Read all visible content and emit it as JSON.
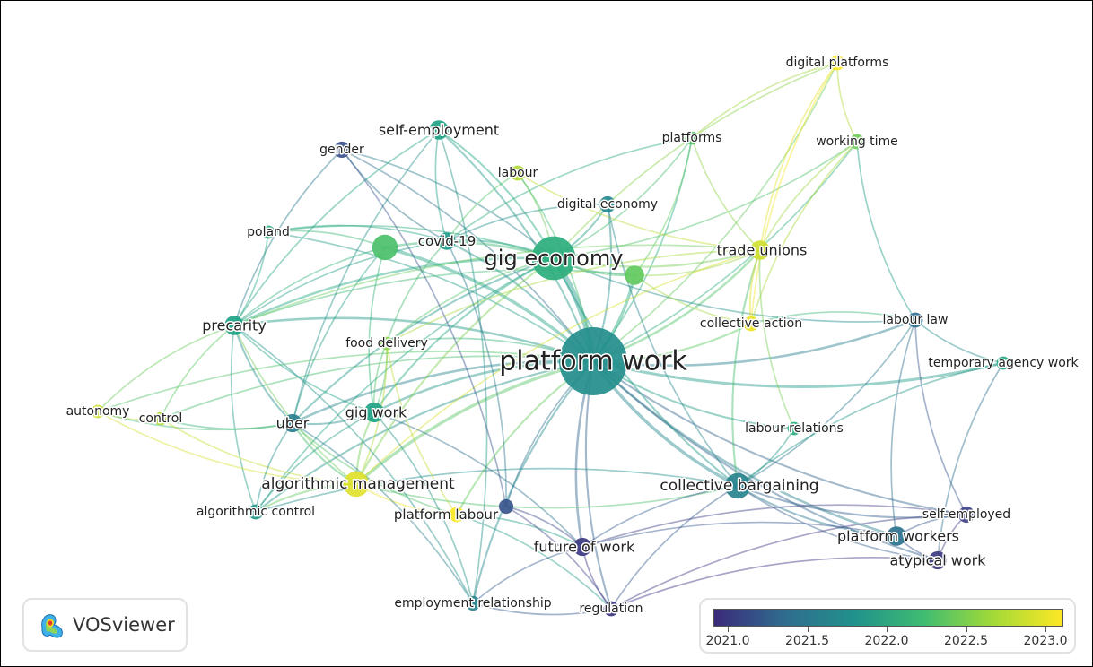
{
  "brand": {
    "name": "VOSviewer",
    "logo_icon": "vosviewer-density-logo-icon"
  },
  "colors": {
    "scale": [
      "#3b2a7a",
      "#3e4a8c",
      "#31698e",
      "#248a8d",
      "#21a784",
      "#5ec962",
      "#a7d83d",
      "#fde725"
    ],
    "legend_stops": [
      "#3b2a7a",
      "#2f6c8e",
      "#21918c",
      "#3fbc73",
      "#a2da37",
      "#fde725"
    ]
  },
  "legend": {
    "type": "overlay-color-scale",
    "min": 2021.0,
    "max": 2023.0,
    "ticks": [
      "2021.0",
      "2021.5",
      "2022.0",
      "2022.5",
      "2023.0"
    ]
  },
  "network": {
    "type": "keyword-co-occurrence-overlay-map",
    "nodes": [
      {
        "id": "platform-work",
        "label": "platform work",
        "weight": 10,
        "year": 2021.9
      },
      {
        "id": "gig-economy",
        "label": "gig economy",
        "weight": 6,
        "year": 2022.2
      },
      {
        "id": "unlabeled-a",
        "label": "",
        "weight": 3,
        "year": 2022.35
      },
      {
        "id": "unlabeled-b",
        "label": "",
        "weight": 2,
        "year": 2022.45
      },
      {
        "id": "self-employment",
        "label": "self-employment",
        "weight": 2,
        "year": 2022.1
      },
      {
        "id": "gender",
        "label": "gender",
        "weight": 1.5,
        "year": 2021.35
      },
      {
        "id": "labour",
        "label": "labour",
        "weight": 1.3,
        "year": 2022.75
      },
      {
        "id": "digital-economy",
        "label": "digital economy",
        "weight": 1.5,
        "year": 2021.85
      },
      {
        "id": "platforms",
        "label": "platforms",
        "weight": 1,
        "year": 2022.4
      },
      {
        "id": "digital-platforms",
        "label": "digital platforms",
        "weight": 1.3,
        "year": 2023.0
      },
      {
        "id": "working-time",
        "label": "working time",
        "weight": 1.3,
        "year": 2022.5
      },
      {
        "id": "trade-unions",
        "label": "trade unions",
        "weight": 2,
        "year": 2022.85
      },
      {
        "id": "covid-19",
        "label": "covid-19",
        "weight": 1.7,
        "year": 2022.0
      },
      {
        "id": "poland",
        "label": "poland",
        "weight": 1,
        "year": 2022.2
      },
      {
        "id": "precarity",
        "label": "precarity",
        "weight": 2,
        "year": 2022.1
      },
      {
        "id": "food-delivery",
        "label": "food delivery",
        "weight": 1,
        "year": 2022.6
      },
      {
        "id": "collective-action",
        "label": "collective action",
        "weight": 1.3,
        "year": 2022.95
      },
      {
        "id": "labour-law",
        "label": "labour law",
        "weight": 1.3,
        "year": 2021.6
      },
      {
        "id": "temporary-agency-work",
        "label": "temporary agency work",
        "weight": 1,
        "year": 2022.15
      },
      {
        "id": "autonomy",
        "label": "autonomy",
        "weight": 1,
        "year": 2022.85
      },
      {
        "id": "control",
        "label": "control",
        "weight": 1,
        "year": 2022.75
      },
      {
        "id": "uber",
        "label": "uber",
        "weight": 1.8,
        "year": 2021.75
      },
      {
        "id": "gig-work",
        "label": "gig work",
        "weight": 2.1,
        "year": 2022.1
      },
      {
        "id": "labour-relations",
        "label": "labour relations",
        "weight": 1,
        "year": 2022.2
      },
      {
        "id": "algorithmic-management",
        "label": "algorithmic management",
        "weight": 3,
        "year": 2022.9
      },
      {
        "id": "collective-bargaining",
        "label": "collective bargaining",
        "weight": 3,
        "year": 2021.8
      },
      {
        "id": "algorithmic-control",
        "label": "algorithmic control",
        "weight": 1.3,
        "year": 2022.0
      },
      {
        "id": "platform-labour",
        "label": "platform labour",
        "weight": 1.3,
        "year": 2023.0
      },
      {
        "id": "unlabeled-c",
        "label": "",
        "weight": 1.2,
        "year": 2021.4
      },
      {
        "id": "self-employed",
        "label": "self-employed",
        "weight": 1.5,
        "year": 2021.2
      },
      {
        "id": "platform-workers",
        "label": "platform workers",
        "weight": 2,
        "year": 2021.65
      },
      {
        "id": "future-of-work",
        "label": "future of work",
        "weight": 1.8,
        "year": 2021.15
      },
      {
        "id": "atypical-work",
        "label": "atypical work",
        "weight": 1.8,
        "year": 2021.15
      },
      {
        "id": "employment-relationship",
        "label": "employment relationship",
        "weight": 1.2,
        "year": 2021.8
      },
      {
        "id": "regulation",
        "label": "regulation",
        "weight": 1.3,
        "year": 2021.1
      }
    ],
    "edges": [
      [
        "platform-work",
        "gig-economy",
        6
      ],
      [
        "platform-work",
        "unlabeled-b",
        3
      ],
      [
        "platform-work",
        "unlabeled-a",
        3
      ],
      [
        "platform-work",
        "self-employment",
        1.5
      ],
      [
        "platform-work",
        "gender",
        1
      ],
      [
        "platform-work",
        "labour",
        1
      ],
      [
        "platform-work",
        "digital-economy",
        1.5
      ],
      [
        "platform-work",
        "platforms",
        1
      ],
      [
        "platform-work",
        "digital-platforms",
        1
      ],
      [
        "platform-work",
        "working-time",
        1
      ],
      [
        "platform-work",
        "trade-unions",
        2
      ],
      [
        "platform-work",
        "covid-19",
        1.5
      ],
      [
        "platform-work",
        "poland",
        1
      ],
      [
        "platform-work",
        "precarity",
        2
      ],
      [
        "platform-work",
        "food-delivery",
        1
      ],
      [
        "platform-work",
        "collective-action",
        1.5
      ],
      [
        "platform-work",
        "labour-law",
        2
      ],
      [
        "platform-work",
        "temporary-agency-work",
        2.5
      ],
      [
        "platform-work",
        "autonomy",
        1
      ],
      [
        "platform-work",
        "control",
        1
      ],
      [
        "platform-work",
        "uber",
        2
      ],
      [
        "platform-work",
        "gig-work",
        2
      ],
      [
        "platform-work",
        "labour-relations",
        1.5
      ],
      [
        "platform-work",
        "algorithmic-management",
        3
      ],
      [
        "platform-work",
        "collective-bargaining",
        3
      ],
      [
        "platform-work",
        "algorithmic-control",
        1.5
      ],
      [
        "platform-work",
        "platform-labour",
        1.5
      ],
      [
        "platform-work",
        "unlabeled-c",
        1
      ],
      [
        "platform-work",
        "self-employed",
        1.5
      ],
      [
        "platform-work",
        "platform-workers",
        2
      ],
      [
        "platform-work",
        "future-of-work",
        2
      ],
      [
        "platform-work",
        "atypical-work",
        1.5
      ],
      [
        "platform-work",
        "employment-relationship",
        1.5
      ],
      [
        "platform-work",
        "regulation",
        1.5
      ],
      [
        "gig-economy",
        "self-employment",
        1.5
      ],
      [
        "gig-economy",
        "gender",
        1
      ],
      [
        "gig-economy",
        "covid-19",
        1.5
      ],
      [
        "gig-economy",
        "poland",
        1
      ],
      [
        "gig-economy",
        "precarity",
        2
      ],
      [
        "gig-economy",
        "digital-economy",
        1.5
      ],
      [
        "gig-economy",
        "trade-unions",
        1.5
      ],
      [
        "gig-economy",
        "gig-work",
        1.5
      ],
      [
        "gig-economy",
        "uber",
        1.5
      ],
      [
        "gig-economy",
        "algorithmic-management",
        1.5
      ],
      [
        "gig-economy",
        "collective-bargaining",
        1.5
      ],
      [
        "gig-economy",
        "labour-law",
        1
      ],
      [
        "gig-economy",
        "platforms",
        1
      ],
      [
        "gig-economy",
        "unlabeled-a",
        2
      ],
      [
        "gig-economy",
        "unlabeled-b",
        2
      ],
      [
        "gig-economy",
        "food-delivery",
        1
      ],
      [
        "gig-economy",
        "working-time",
        1
      ],
      [
        "gig-economy",
        "labour",
        1
      ],
      [
        "gig-economy",
        "algorithmic-control",
        1
      ],
      [
        "unlabeled-a",
        "precarity",
        1
      ],
      [
        "unlabeled-a",
        "poland",
        1
      ],
      [
        "unlabeled-a",
        "gig-work",
        1
      ],
      [
        "unlabeled-a",
        "uber",
        1
      ],
      [
        "unlabeled-b",
        "platforms",
        1
      ],
      [
        "unlabeled-b",
        "trade-unions",
        1
      ],
      [
        "unlabeled-b",
        "precarity",
        1
      ],
      [
        "unlabeled-b",
        "collective-action",
        1
      ],
      [
        "self-employment",
        "precarity",
        1
      ],
      [
        "self-employment",
        "uber",
        1
      ],
      [
        "self-employment",
        "covid-19",
        1
      ],
      [
        "gender",
        "covid-19",
        1
      ],
      [
        "gender",
        "precarity",
        1
      ],
      [
        "digital-platforms",
        "trade-unions",
        1
      ],
      [
        "digital-platforms",
        "collective-action",
        1
      ],
      [
        "digital-platforms",
        "platforms",
        1
      ],
      [
        "digital-platforms",
        "working-time",
        1
      ],
      [
        "digital-platforms",
        "gig-economy",
        1
      ],
      [
        "working-time",
        "trade-unions",
        1
      ],
      [
        "working-time",
        "labour-law",
        1
      ],
      [
        "working-time",
        "collective-action",
        1
      ],
      [
        "platforms",
        "trade-unions",
        1
      ],
      [
        "platforms",
        "covid-19",
        1
      ],
      [
        "trade-unions",
        "collective-bargaining",
        1.5
      ],
      [
        "trade-unions",
        "collective-action",
        1.5
      ],
      [
        "trade-unions",
        "algorithmic-management",
        1
      ],
      [
        "trade-unions",
        "labour-relations",
        1
      ],
      [
        "trade-unions",
        "precarity",
        1
      ],
      [
        "trade-unions",
        "food-delivery",
        1
      ],
      [
        "precarity",
        "autonomy",
        1
      ],
      [
        "precarity",
        "control",
        1
      ],
      [
        "precarity",
        "uber",
        1.5
      ],
      [
        "precarity",
        "gig-work",
        1
      ],
      [
        "precarity",
        "algorithmic-management",
        1
      ],
      [
        "precarity",
        "algorithmic-control",
        1
      ],
      [
        "precarity",
        "poland",
        1
      ],
      [
        "autonomy",
        "control",
        1
      ],
      [
        "autonomy",
        "algorithmic-management",
        1
      ],
      [
        "autonomy",
        "uber",
        1
      ],
      [
        "control",
        "algorithmic-management",
        1
      ],
      [
        "control",
        "uber",
        1
      ],
      [
        "uber",
        "gig-work",
        1.5
      ],
      [
        "uber",
        "algorithmic-management",
        1.5
      ],
      [
        "uber",
        "algorithmic-control",
        1
      ],
      [
        "uber",
        "platform-labour",
        1
      ],
      [
        "gig-work",
        "algorithmic-management",
        1.5
      ],
      [
        "gig-work",
        "algorithmic-control",
        1
      ],
      [
        "gig-work",
        "food-delivery",
        1
      ],
      [
        "algorithmic-management",
        "algorithmic-control",
        1.5
      ],
      [
        "algorithmic-management",
        "platform-labour",
        1
      ],
      [
        "algorithmic-management",
        "collective-bargaining",
        1
      ],
      [
        "algorithmic-management",
        "food-delivery",
        1
      ],
      [
        "collective-bargaining",
        "platform-workers",
        1.5
      ],
      [
        "collective-bargaining",
        "self-employed",
        1.5
      ],
      [
        "collective-bargaining",
        "atypical-work",
        1
      ],
      [
        "collective-bargaining",
        "labour-relations",
        1
      ],
      [
        "collective-bargaining",
        "labour-law",
        1
      ],
      [
        "collective-bargaining",
        "future-of-work",
        1
      ],
      [
        "collective-bargaining",
        "regulation",
        1
      ],
      [
        "collective-bargaining",
        "algorithmic-control",
        1
      ],
      [
        "labour-law",
        "temporary-agency-work",
        1
      ],
      [
        "labour-law",
        "self-employed",
        1
      ],
      [
        "labour-law",
        "platform-workers",
        1
      ],
      [
        "labour-law",
        "collective-action",
        1
      ],
      [
        "temporary-agency-work",
        "atypical-work",
        1
      ],
      [
        "temporary-agency-work",
        "collective-bargaining",
        1
      ],
      [
        "self-employed",
        "platform-workers",
        1
      ],
      [
        "self-employed",
        "atypical-work",
        1
      ],
      [
        "self-employed",
        "future-of-work",
        1
      ],
      [
        "self-employed",
        "regulation",
        1
      ],
      [
        "platform-workers",
        "atypical-work",
        1
      ],
      [
        "platform-workers",
        "future-of-work",
        1
      ],
      [
        "future-of-work",
        "regulation",
        1
      ],
      [
        "future-of-work",
        "employment-relationship",
        1
      ],
      [
        "future-of-work",
        "platform-labour",
        1
      ],
      [
        "future-of-work",
        "unlabeled-c",
        1
      ],
      [
        "future-of-work",
        "gig-work",
        1
      ],
      [
        "atypical-work",
        "regulation",
        1
      ],
      [
        "employment-relationship",
        "uber",
        1
      ],
      [
        "employment-relationship",
        "gig-work",
        1
      ],
      [
        "employment-relationship",
        "regulation",
        1
      ],
      [
        "employment-relationship",
        "self-employment",
        1
      ],
      [
        "employment-relationship",
        "precarity",
        1
      ],
      [
        "regulation",
        "unlabeled-c",
        1
      ],
      [
        "regulation",
        "platform-labour",
        1
      ],
      [
        "unlabeled-c",
        "gender",
        1
      ],
      [
        "unlabeled-c",
        "covid-19",
        1
      ],
      [
        "covid-19",
        "poland",
        1
      ],
      [
        "covid-19",
        "precarity",
        1
      ],
      [
        "covid-19",
        "food-delivery",
        1
      ],
      [
        "labour",
        "trade-unions",
        1
      ],
      [
        "labour",
        "covid-19",
        1
      ],
      [
        "digital-economy",
        "collective-bargaining",
        1
      ],
      [
        "digital-economy",
        "covid-19",
        1
      ],
      [
        "food-delivery",
        "platform-labour",
        1
      ],
      [
        "food-delivery",
        "gig-work",
        1
      ]
    ]
  }
}
